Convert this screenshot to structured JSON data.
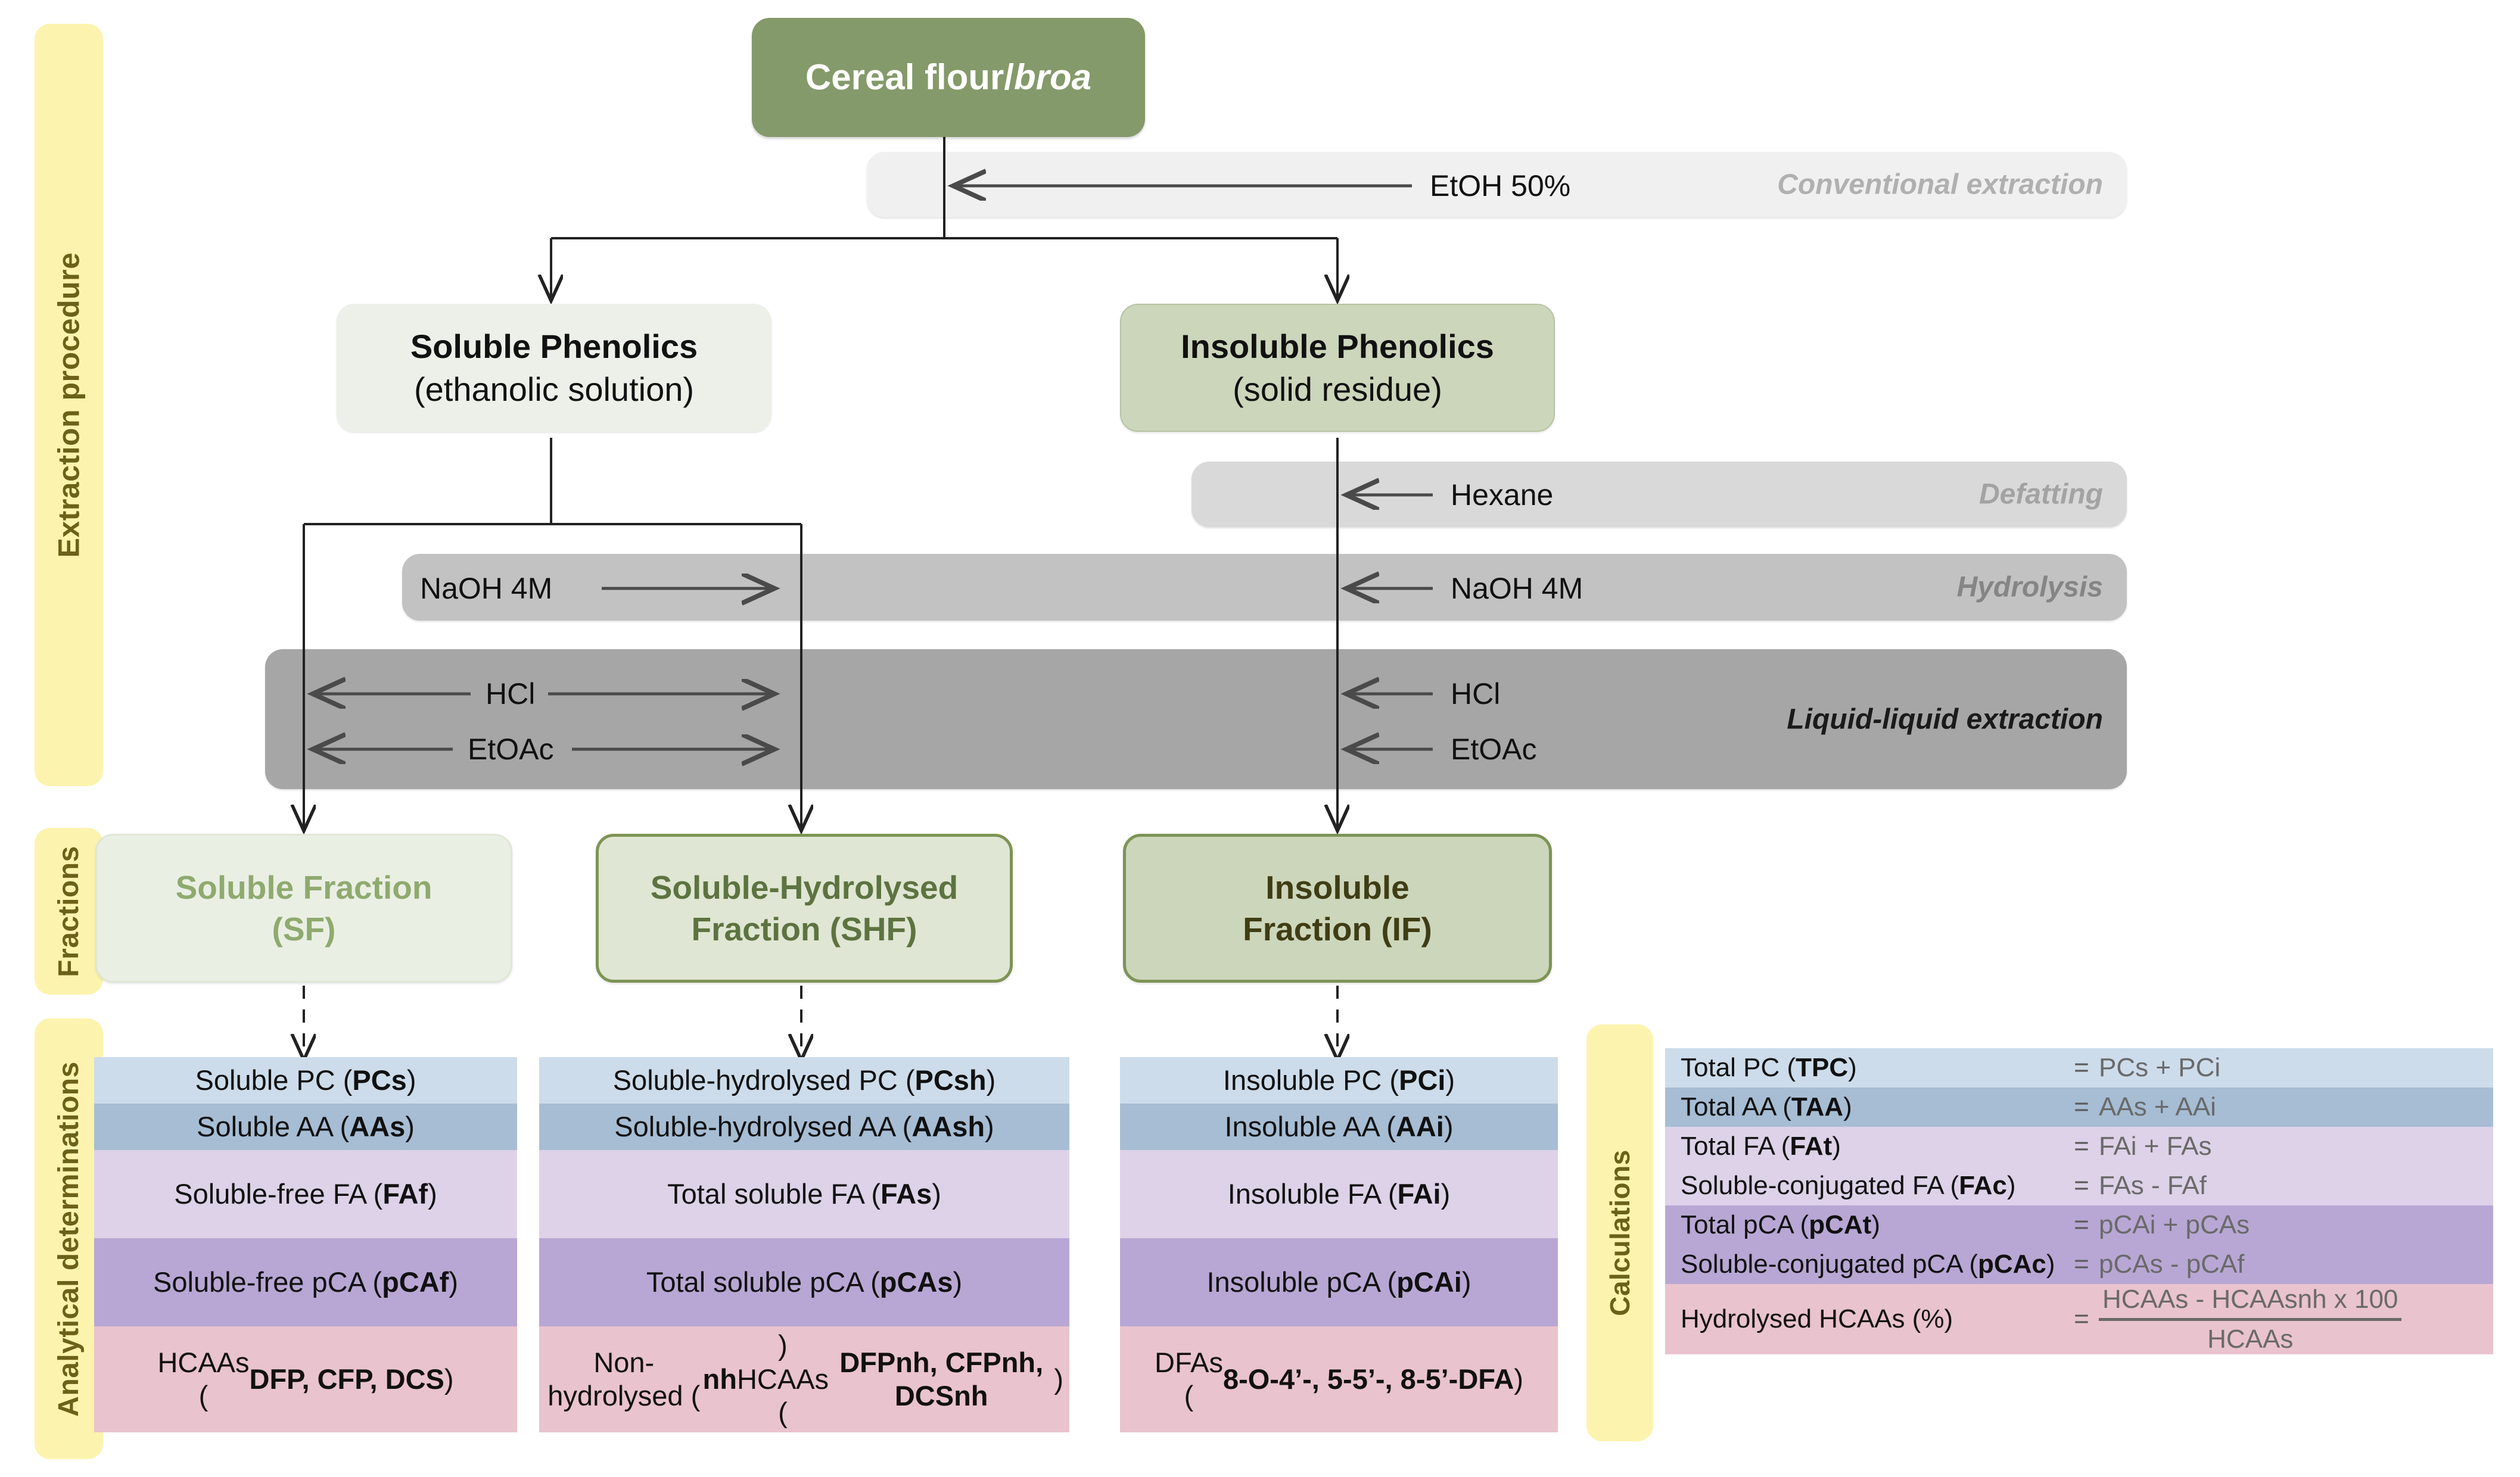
{
  "sidebars": {
    "extraction": "Extraction procedure",
    "fractions": "Fractions",
    "analytical": "Analytical determinations",
    "calculations": "Calculations"
  },
  "nodes": {
    "cereal": {
      "line1_a": "Cereal flour/",
      "line1_b": "broa"
    },
    "soluble_phenolics": {
      "line1": "Soluble Phenolics",
      "line2": "(ethanolic solution)"
    },
    "insoluble_phenolics": {
      "line1": "Insoluble Phenolics",
      "line2": "(solid residue)"
    },
    "sf": {
      "line1": "Soluble Fraction",
      "line2": "(SF)"
    },
    "shf": {
      "line1": "Soluble-Hydrolysed",
      "line2": "Fraction (SHF)"
    },
    "if": {
      "line1": "Insoluble",
      "line2": "Fraction (IF)"
    }
  },
  "bands": {
    "conventional": {
      "label": "Conventional  extraction",
      "reagent": "EtOH 50%",
      "color": "#f0f0f0",
      "label_color": "#b0b0b0"
    },
    "defatting": {
      "label": "Defatting",
      "reagent": "Hexane",
      "color": "#d9d9d9",
      "label_color": "#a3a3a3"
    },
    "hydrolysis": {
      "label": "Hydrolysis",
      "reagent_left": "NaOH 4M",
      "reagent_right": "NaOH 4M",
      "color": "#c2c2c2",
      "label_color": "#858585"
    },
    "liquid": {
      "label": "Liquid-liquid  extraction",
      "reagent_1": "HCl",
      "reagent_2": "EtOAc",
      "color": "#a6a6a6",
      "label_color": "#1a1a1a"
    }
  },
  "row_colors": [
    "#ccdcea",
    "#a6bdd4",
    "#ddd2e8",
    "#b8a7d4",
    "#e9c3ce"
  ],
  "determinations": {
    "sf": [
      {
        "html": "Soluble PC (<b>PCs</b>)"
      },
      {
        "html": "Soluble AA (<b>AAs</b>)"
      },
      {
        "html": "Soluble-free FA (<b>FAf</b>)"
      },
      {
        "html": "Soluble-free pCA (<b>pCAf</b>)"
      },
      {
        "html": "HCAAs<br>(<b>DFP, CFP, DCS</b>)"
      }
    ],
    "shf": [
      {
        "html": "Soluble-hydrolysed  PC (<b>PCsh</b>)"
      },
      {
        "html": "Soluble-hydrolysed AA (<b>AAsh</b>)"
      },
      {
        "html": "Total soluble FA (<b>FAs</b>)"
      },
      {
        "html": "Total soluble pCA (<b>pCAs</b>)"
      },
      {
        "html": "Non-hydrolysed (<b>nh</b>) HCAAs<br>(<b>DFPnh, CFPnh, DCSnh</b>)"
      }
    ],
    "if": [
      {
        "html": "Insoluble PC (<b>PCi</b>)"
      },
      {
        "html": "Insoluble AA (<b>AAi</b>)"
      },
      {
        "html": "Insoluble FA (<b>FAi</b>)"
      },
      {
        "html": "Insoluble pCA (<b>pCAi</b>)"
      },
      {
        "html": "DFAs<br>(<b>8-O-4&rsquo;-, 5-5&rsquo;-, 8-5&rsquo;-DFA</b>)"
      }
    ]
  },
  "calculations": [
    {
      "label_html": "Total PC (<b>TPC</b>)",
      "eq": "=",
      "rhs": "PCs + PCi",
      "color": "#ccdcea"
    },
    {
      "label_html": "Total AA (<b>TAA</b>)",
      "eq": "=",
      "rhs": "AAs + AAi",
      "color": "#a6bdd4"
    },
    {
      "label_html": "Total FA (<b>FAt</b>)",
      "eq": "=",
      "rhs": "FAi + FAs",
      "color": "#ddd2e8"
    },
    {
      "label_html": "Soluble-conjugated FA (<b>FAc</b>)",
      "eq": "=",
      "rhs": "FAs - FAf",
      "color": "#ddd2e8"
    },
    {
      "label_html": "Total pCA (<b>pCAt</b>)",
      "eq": "=",
      "rhs": "pCAi + pCAs",
      "color": "#b8a7d4"
    },
    {
      "label_html": "Soluble-conjugated pCA (<b>pCAc</b>)",
      "eq": "=",
      "rhs": "pCAs - pCAf",
      "color": "#b8a7d4"
    },
    {
      "label_html": "Hydrolysed HCAAs (%)",
      "eq": "=",
      "fraction": {
        "numerator": "HCAAs - HCAAsnh x 100",
        "denominator": "HCAAs"
      },
      "color": "#e9c3ce"
    }
  ]
}
